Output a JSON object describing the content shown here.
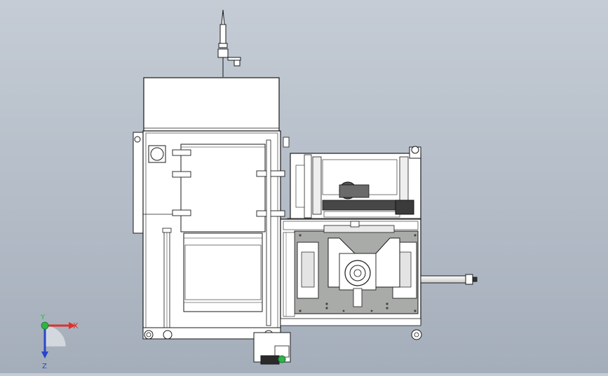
{
  "triad": {
    "x_label": "X",
    "y_label": "Y",
    "z_label": "Z",
    "x_color": "#e0302a",
    "y_color": "#2fb34a",
    "z_color": "#2a45c8"
  },
  "colors": {
    "background_top": "#c5ccd5",
    "background_bottom": "#a4aeba",
    "part_fill": "#ffffff",
    "part_line": "#1a1a1a",
    "plate_fill": "#a9aba8",
    "indicator_green": "#2fb34a"
  },
  "icons": [
    "coordinate-triad-icon"
  ]
}
